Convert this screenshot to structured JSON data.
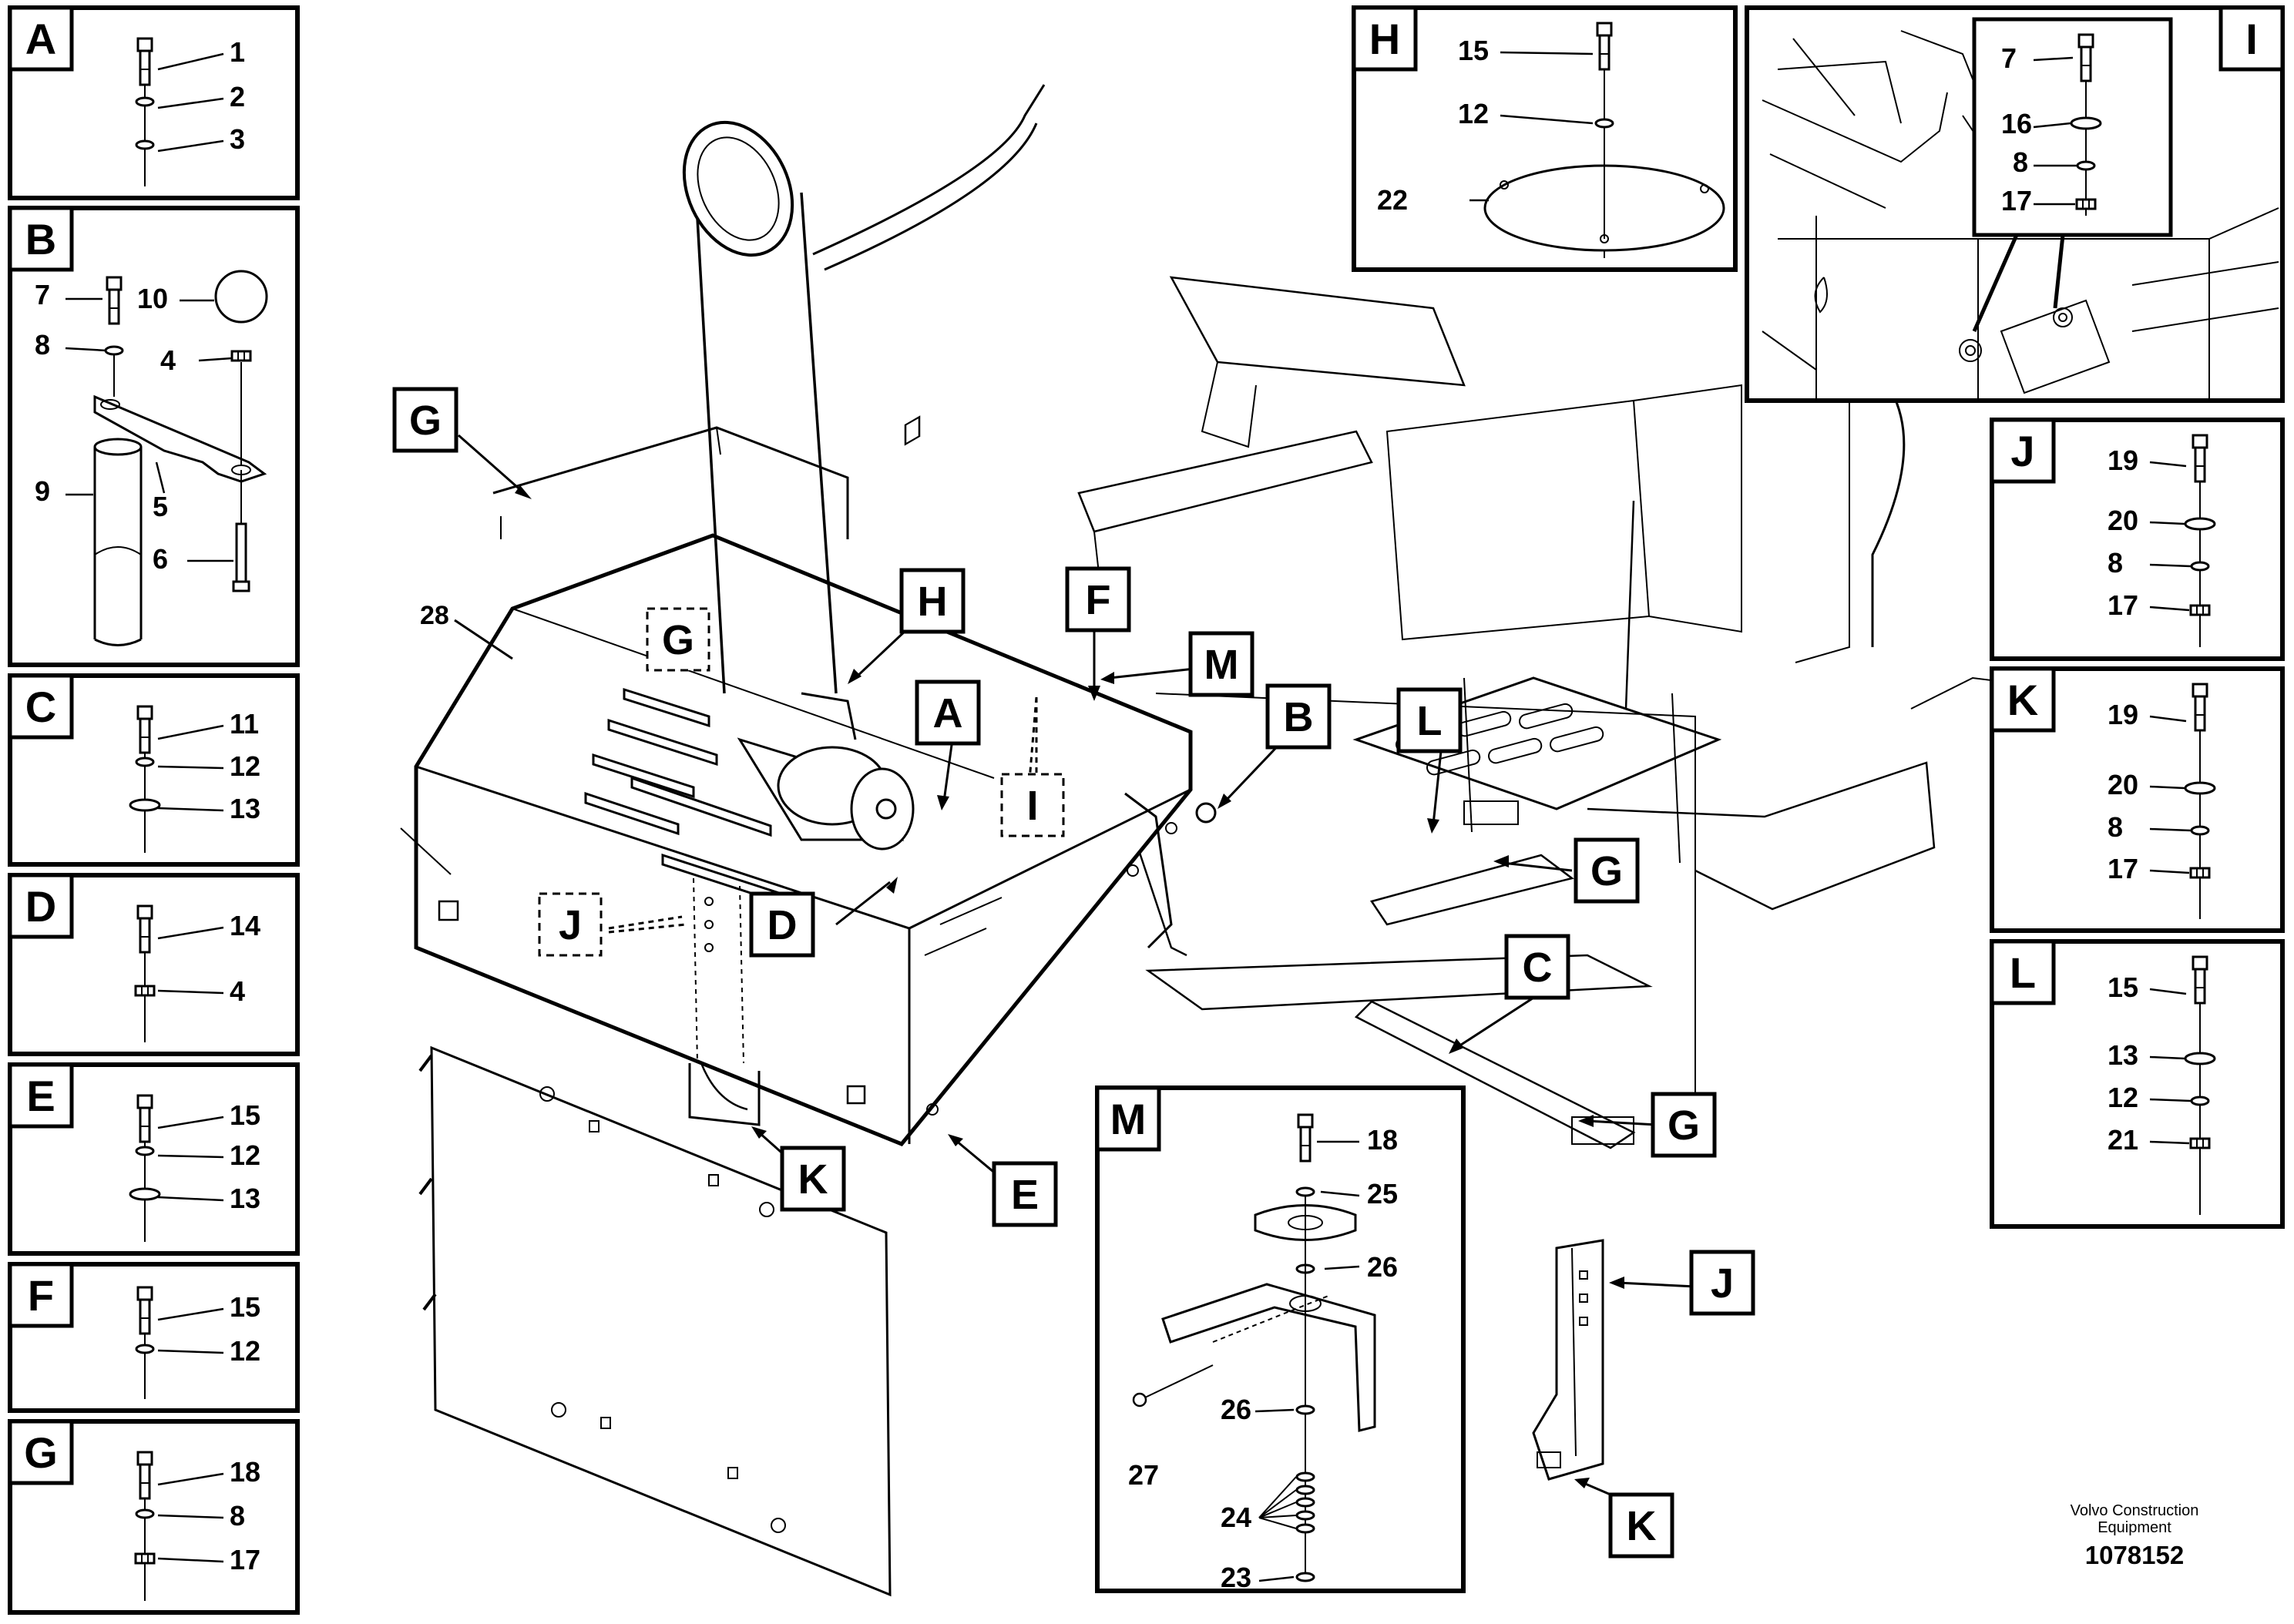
{
  "insets": [
    {
      "letter": "A",
      "callouts": [
        "1",
        "2",
        "3"
      ]
    },
    {
      "letter": "B",
      "callouts": [
        "7",
        "8",
        "10",
        "4",
        "9",
        "5",
        "6"
      ]
    },
    {
      "letter": "C",
      "callouts": [
        "11",
        "12",
        "13"
      ]
    },
    {
      "letter": "D",
      "callouts": [
        "14",
        "4"
      ]
    },
    {
      "letter": "E",
      "callouts": [
        "15",
        "12",
        "13"
      ]
    },
    {
      "letter": "F",
      "callouts": [
        "15",
        "12"
      ]
    },
    {
      "letter": "G",
      "callouts": [
        "18",
        "8",
        "17"
      ]
    },
    {
      "letter": "H",
      "callouts": [
        "15",
        "12",
        "22"
      ]
    },
    {
      "letter": "I",
      "callouts": [
        "7",
        "16",
        "8",
        "17"
      ]
    },
    {
      "letter": "J",
      "callouts": [
        "19",
        "20",
        "8",
        "17"
      ]
    },
    {
      "letter": "K",
      "callouts": [
        "19",
        "20",
        "8",
        "17"
      ]
    },
    {
      "letter": "L",
      "callouts": [
        "15",
        "13",
        "12",
        "21"
      ]
    },
    {
      "letter": "M",
      "callouts": [
        "18",
        "25",
        "26",
        "27",
        "26",
        "24",
        "23"
      ]
    }
  ],
  "main_labels": [
    "G",
    "28",
    "G",
    "H",
    "F",
    "M",
    "A",
    "I",
    "B",
    "L",
    "J",
    "D",
    "G",
    "C",
    "K",
    "E",
    "G",
    "J",
    "K"
  ],
  "footer": {
    "company_line1": "Volvo Construction",
    "company_line2": "Equipment",
    "drawing_number": "1078152"
  }
}
